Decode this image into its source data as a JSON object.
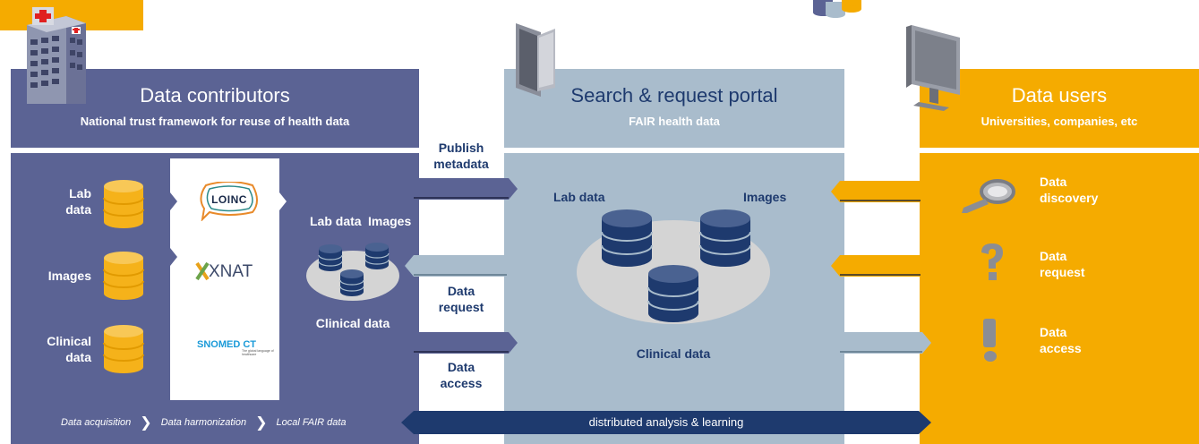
{
  "contributors": {
    "title": "Data contributors",
    "subtitle": "National trust framework for reuse of health data",
    "sources": [
      {
        "label_lines": [
          "Lab",
          "data"
        ]
      },
      {
        "label_lines": [
          "Images"
        ]
      },
      {
        "label_lines": [
          "Clinical",
          "data"
        ]
      }
    ],
    "standards": {
      "loinc": "LOINC",
      "xnat": "XNAT",
      "snomed": "SNOMED CT",
      "snomed_small": "The global language of healthcare"
    },
    "local_store": {
      "lab": "Lab data",
      "images": "Images",
      "clinical": "Clinical data"
    },
    "footer": {
      "step1": "Data acquisition",
      "step2": "Data harmonization",
      "step3": "Local FAIR data"
    }
  },
  "portal": {
    "title": "Search & request portal",
    "subtitle": "FAIR health data",
    "lab": "Lab data",
    "images": "Images",
    "clinical": "Clinical data"
  },
  "users": {
    "title": "Data users",
    "subtitle": "Universities, companies, etc",
    "actions": [
      {
        "lines": [
          "Data",
          "discovery"
        ],
        "icon": "magnifier-icon"
      },
      {
        "lines": [
          "Data",
          "request"
        ],
        "icon": "question-icon"
      },
      {
        "lines": [
          "Data",
          "access"
        ],
        "icon": "exclamation-icon"
      }
    ]
  },
  "flows": {
    "publish": [
      "Publish",
      "metadata"
    ],
    "request": [
      "Data",
      "request"
    ],
    "access": [
      "Data",
      "access"
    ],
    "distributed": "distributed analysis & learning"
  },
  "colors": {
    "contributors": "#5b6394",
    "portal": "#a9bccc",
    "users": "#f5ab00",
    "database_gold": "#f5b21a",
    "database_navy": "#1e3a6e"
  }
}
